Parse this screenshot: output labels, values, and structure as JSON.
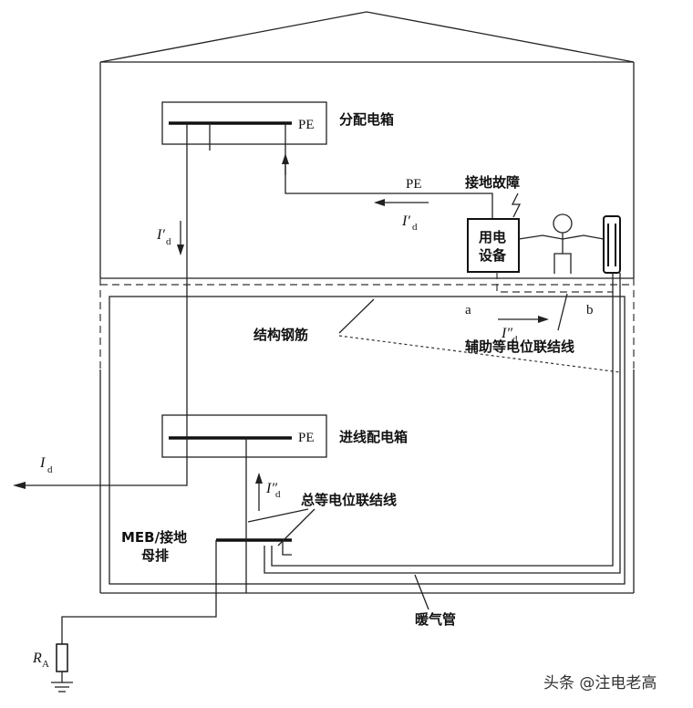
{
  "labels": {
    "distribution_box": "分配电箱",
    "incoming_box": "进线配电箱",
    "pe_top": "PE",
    "pe_wire": "PE",
    "pe_incoming": "PE",
    "ground_fault": "接地故障",
    "equipment_line1": "用电",
    "equipment_line2": "设备",
    "structural_rebar": "结构钢筋",
    "aux_bonding": "辅助等电位联结线",
    "main_bonding": "总等电位联结线",
    "meb_line1": "MEB/接地",
    "meb_line2": "母排",
    "heating_pipe": "暖气管",
    "point_a": "a",
    "point_b": "b",
    "id_main": "I",
    "id_main_sub": "d",
    "id_prime_left": "I′",
    "id_prime_left_sub": "d",
    "id_prime_mid": "I′",
    "id_prime_mid_sub": "d",
    "id_dprime_b": "I″",
    "id_dprime_b_sub": "d",
    "id_dprime_c": "I″",
    "id_dprime_c_sub": "d",
    "ra": "R",
    "ra_sub": "A"
  },
  "watermark": "头条 @注电老高"
}
